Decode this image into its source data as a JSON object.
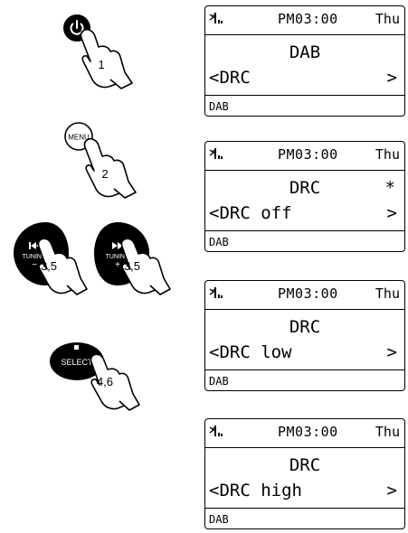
{
  "steps": [
    {
      "number": "1",
      "button": "power-icon"
    },
    {
      "number": "2",
      "button": "MENU"
    },
    {
      "number": "3,5",
      "button": "TUNING −",
      "icon": "skip-back-icon"
    },
    {
      "number": "3,5",
      "button": "TUNING +",
      "icon": "skip-forward-icon"
    },
    {
      "number": "4,6",
      "button": "SELECT"
    }
  ],
  "buttons": {
    "menu": "MENU",
    "tuning_label": "TUNING",
    "tuning_minus": "−",
    "tuning_plus": "+",
    "select": "SELECT"
  },
  "screens": [
    {
      "time": "PM03:00",
      "day": "Thu",
      "title": "DAB",
      "marker": "",
      "option": "<DRC",
      "arrow": ">",
      "source": "DAB"
    },
    {
      "time": "PM03:00",
      "day": "Thu",
      "title": "DRC",
      "marker": "*",
      "option": "<DRC off",
      "arrow": ">",
      "source": "DAB"
    },
    {
      "time": "PM03:00",
      "day": "Thu",
      "title": "DRC",
      "marker": "",
      "option": "<DRC low",
      "arrow": ">",
      "source": "DAB"
    },
    {
      "time": "PM03:00",
      "day": "Thu",
      "title": "DRC",
      "marker": "",
      "option": "<DRC high",
      "arrow": ">",
      "source": "DAB"
    }
  ]
}
